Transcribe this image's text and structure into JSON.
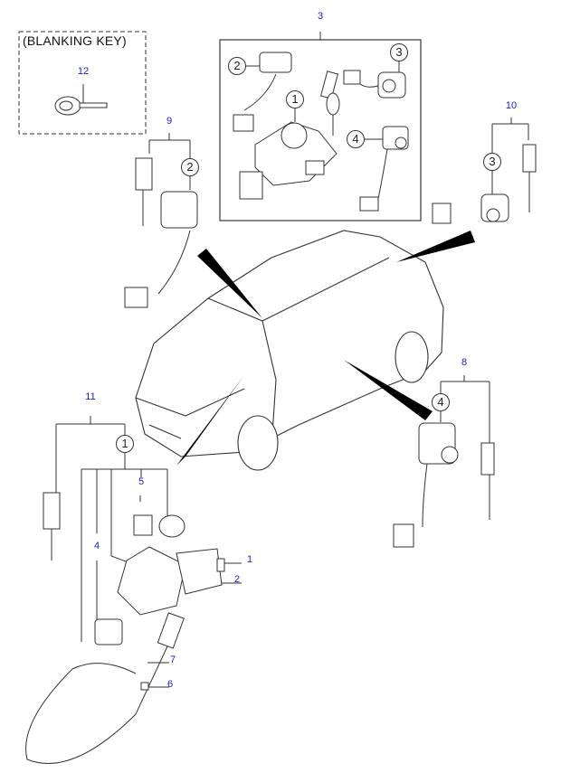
{
  "diagram": {
    "title": "Key & Lock Set Parts Diagram",
    "blanking_box": {
      "title": "(BLANKING KEY)",
      "part_no": "12"
    },
    "callouts": {
      "set_3": "3",
      "set_9": "9",
      "set_10": "10",
      "set_11": "11",
      "set_8": "8",
      "part_1": "1",
      "part_2": "2",
      "part_4": "4",
      "part_5": "5",
      "part_6": "6",
      "part_7": "7"
    },
    "circled_refs": {
      "box_2": "2",
      "box_1": "1",
      "box_3": "3",
      "box_4": "4",
      "set9_2": "2",
      "set10_3": "3",
      "set11_1": "1",
      "set8_4": "4"
    },
    "colors": {
      "label": "#1a1acc",
      "line": "#333333",
      "pointer": "#000000"
    }
  }
}
